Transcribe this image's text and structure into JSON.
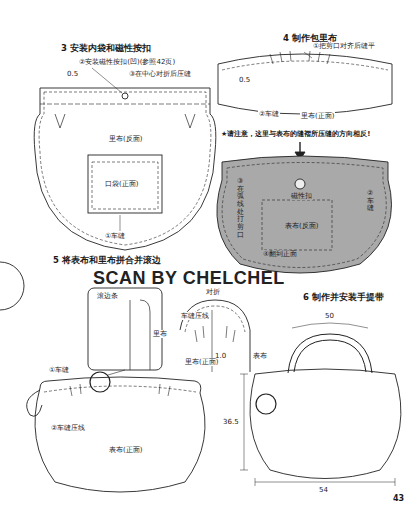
{
  "diagram": {
    "labels": [
      "3 安装内袋和磁性按扣",
      "②安装磁性按扣(凹)(参照42页)",
      "0.5",
      "③在中心对折后压缝",
      "里布(反面)",
      "口袋(正面)",
      "①车缝",
      "4 制作包里布",
      "①把剪口对齐后缝平",
      "0.5",
      "②车缝",
      "里布(正面)",
      "★请注意，这里与表布的缝褶所压缝的方向相反!",
      "磁性扣",
      "表布(反面)",
      "③在弧线处打剪口",
      "②车缝",
      "④翻到正面",
      "SCAN BY CHELCHEL",
      "5 将表布和里布拼合并滚边",
      "滚边条",
      "里布",
      "对折",
      "车缝压线",
      "1.0",
      "表布",
      "里布(正面)",
      "①车缝",
      "②车缝压线",
      "表布(正面)",
      "6 制作并安装手提带",
      "50",
      "36.5",
      "54",
      "43"
    ]
  }
}
